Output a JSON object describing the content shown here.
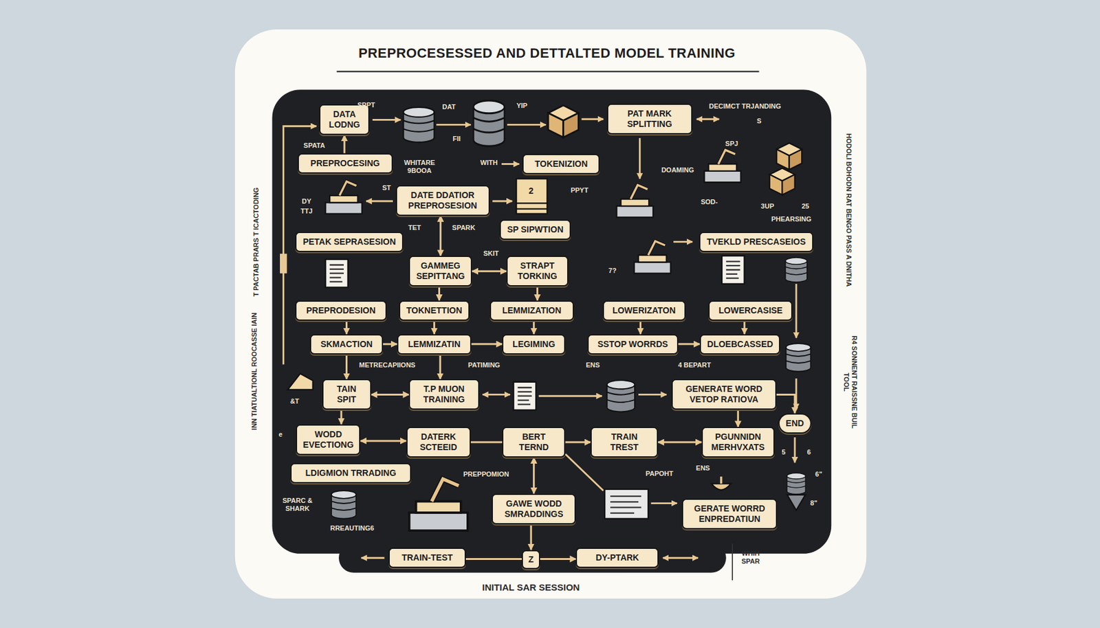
{
  "diagram": {
    "title": "PREPROCESESSED AND DETTALTED MODEL TRAINING",
    "caption": "INITIAL SAR SESSION",
    "nodes": [
      {
        "text": [
          "DATA LODNG"
        ]
      },
      {
        "text": [
          "PAT MARK SPLITTING"
        ]
      },
      {
        "text": [
          "PREPROCESING"
        ]
      },
      {
        "text": [
          "TOKENIZION"
        ]
      },
      {
        "text": [
          "DATE DDATIOR PREPROSESION"
        ]
      },
      {
        "text": [
          "SP SIPWTION"
        ]
      },
      {
        "text": [
          "PETAK SEPRASESION"
        ]
      },
      {
        "text": [
          "TVEKLD PRESCASEIOS"
        ]
      },
      {
        "text": [
          "GAMMEG SEPITTANG"
        ]
      },
      {
        "text": [
          "STRAPT TORKING"
        ]
      },
      {
        "text": [
          "PREPRODESION"
        ]
      },
      {
        "text": [
          "TOKNETTION"
        ]
      },
      {
        "text": [
          "LEMMIZATION"
        ]
      },
      {
        "text": [
          "LOWERIZATON"
        ]
      },
      {
        "text": [
          "LOWERCASISE"
        ]
      },
      {
        "text": [
          "SKMACTION"
        ]
      },
      {
        "text": [
          "LEMMIZATIN"
        ]
      },
      {
        "text": [
          "LEGIMING"
        ]
      },
      {
        "text": [
          "SSTOP WORRDS"
        ]
      },
      {
        "text": [
          "DLOEBCASSED"
        ]
      },
      {
        "text": [
          "TAIN SPIT"
        ]
      },
      {
        "text": [
          "T.P MUON TRAINING"
        ]
      },
      {
        "text": [
          "GENERATE WORD VETOP RATIOVA"
        ]
      },
      {
        "text": [
          "END"
        ]
      },
      {
        "text": [
          "WODD EVECTIONG"
        ]
      },
      {
        "text": [
          "DATERK SCTEEID"
        ]
      },
      {
        "text": [
          "BERT TERND"
        ]
      },
      {
        "text": [
          "TRAIN TREST"
        ]
      },
      {
        "text": [
          "PGUNNIDN MERHVXATS"
        ]
      },
      {
        "text": [
          "LDIGMION TRRADING"
        ]
      },
      {
        "text": [
          "GAWE WODD SMRADDINGS"
        ]
      },
      {
        "text": [
          "GERATE WORRD ENPREDATIUN"
        ]
      },
      {
        "text": [
          "TRAIN-TEST"
        ]
      },
      {
        "text": [
          "Z"
        ]
      },
      {
        "text": [
          "DY-PTARK"
        ]
      }
    ],
    "edges": [
      {
        "from": 2,
        "to": 0,
        "arrow": "to"
      },
      {
        "from": 4,
        "to": 8,
        "arrow": "both"
      },
      {
        "from": 8,
        "to": 9,
        "arrow": "both"
      },
      {
        "from": 8,
        "to": 11,
        "arrow": "to"
      },
      {
        "from": 9,
        "to": 12,
        "arrow": "to"
      },
      {
        "from": 10,
        "to": 15,
        "arrow": "to"
      },
      {
        "from": 11,
        "to": 16,
        "arrow": "to"
      },
      {
        "from": 12,
        "to": 17,
        "arrow": "to"
      },
      {
        "from": 13,
        "to": 18,
        "arrow": "to"
      },
      {
        "from": 14,
        "to": 19,
        "arrow": "to"
      },
      {
        "from": 15,
        "to": 16,
        "arrow": "to"
      },
      {
        "from": 16,
        "to": 17,
        "arrow": "to"
      },
      {
        "from": 18,
        "to": 19,
        "arrow": "to"
      },
      {
        "from": 15,
        "to": 20,
        "arrow": "to"
      },
      {
        "from": 16,
        "to": 21,
        "arrow": "to"
      },
      {
        "from": 20,
        "to": 21,
        "arrow": "both"
      },
      {
        "from": 20,
        "to": 24,
        "arrow": "to"
      },
      {
        "from": 24,
        "to": 25,
        "arrow": "both"
      },
      {
        "from": 25,
        "to": 26,
        "arrow": "none"
      },
      {
        "from": 26,
        "to": 27,
        "arrow": "to"
      },
      {
        "from": 27,
        "to": 28,
        "arrow": "both"
      },
      {
        "from": 22,
        "to": 28,
        "arrow": "to"
      },
      {
        "from": 22,
        "to": 23,
        "arrow": "to"
      },
      {
        "from": 26,
        "to": 30,
        "arrow": "both"
      },
      {
        "from": 30,
        "to": 33,
        "arrow": "to"
      },
      {
        "from": 32,
        "to": 33,
        "arrow": "none"
      },
      {
        "from": 33,
        "to": 34,
        "arrow": "to"
      }
    ],
    "labels": [
      "SPPT",
      "DAT",
      "YIP",
      "FII",
      "WITH",
      "WHITARE 9BOOA",
      "SPATA",
      "DECIMCT TRJANDING",
      "S",
      "SPJ",
      "DOAMING",
      "PPYT",
      "SOD-",
      "3UP",
      "25",
      "PHEARSING",
      "2",
      "DY",
      "TTJ",
      "ST",
      "TET",
      "SPARK",
      "SKIT",
      "7?",
      "METRECAPIIONS",
      "PATIMING",
      "ENS",
      "4 BEPART",
      "&T",
      "e",
      "5",
      "6",
      "PREPPOMION",
      "ENS",
      "PAPOHT",
      "6\"",
      "SPARC & SHARK",
      "RREAUTING6",
      "8\"",
      "WHIH SPAR",
      "T PACTAB PRARS T ICACTODING",
      "INN TIATUALTIONL ROOCASSE IAIN",
      "HODOLI BOHODN RAT BENGO PASS A DNITHA",
      "R4 SONNENT RAISSNE BUIL TOOL"
    ]
  }
}
